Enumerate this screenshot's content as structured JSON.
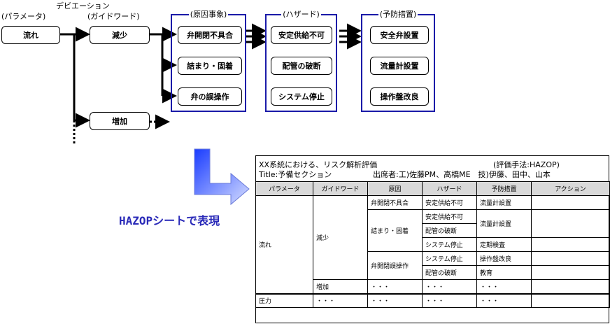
{
  "diagram": {
    "deviation_label": "デビエーション",
    "parameter_label": "(パラメータ)",
    "guideword_label": "(ガイドワード)",
    "param_node": "流れ",
    "guide_nodes": [
      "減少",
      "増加"
    ],
    "cause_group": {
      "title": "(原因事象)",
      "items": [
        "弁開閉不具合",
        "詰まり・固着",
        "弁の誤操作"
      ]
    },
    "hazard_group": {
      "title": "(ハザード)",
      "items": [
        "安定供給不可",
        "配管の破断",
        "システム停止"
      ]
    },
    "prevent_group": {
      "title": "(予防措置)",
      "items": [
        "安全弁設置",
        "流量計設置",
        "操作盤改良"
      ]
    },
    "caption": "HAZOPシートで表現",
    "colors": {
      "group_border": "#1a1aa8",
      "arrow_gradient": [
        "#1a3cff",
        "#d6deff"
      ],
      "caption": "#2a2ab8"
    }
  },
  "sheet": {
    "title_line": "XX系統における、リスク解析評価",
    "method": "(評価手法:HAZOP)",
    "title2": "Title:予備セクション",
    "attendees": "出席者:工)佐藤PM、高橋ME　技)伊藤、田中、山本",
    "columns": [
      "パラメータ",
      "ガイドワード",
      "原因",
      "ハザード",
      "予防措置",
      "アクション"
    ],
    "cells": {
      "param_flow": "流れ",
      "guide_decrease": "減少",
      "guide_increase": "増加",
      "cause1": "弁開閉不具合",
      "cause2": "詰まり・固着",
      "cause3": "弁開閉誤操作",
      "haz1": "安定供給不可",
      "haz2": "安定供給不可",
      "haz3": "配管の破断",
      "haz4": "システム停止",
      "haz5": "システム停止",
      "haz6": "配管の破断",
      "prev1": "流量計設置",
      "prev2": "流量計設置",
      "prev3": "定期検査",
      "prev4": "操作盤改良",
      "prev5": "教育",
      "dots": "・・・",
      "param_pressure": "圧力"
    }
  }
}
